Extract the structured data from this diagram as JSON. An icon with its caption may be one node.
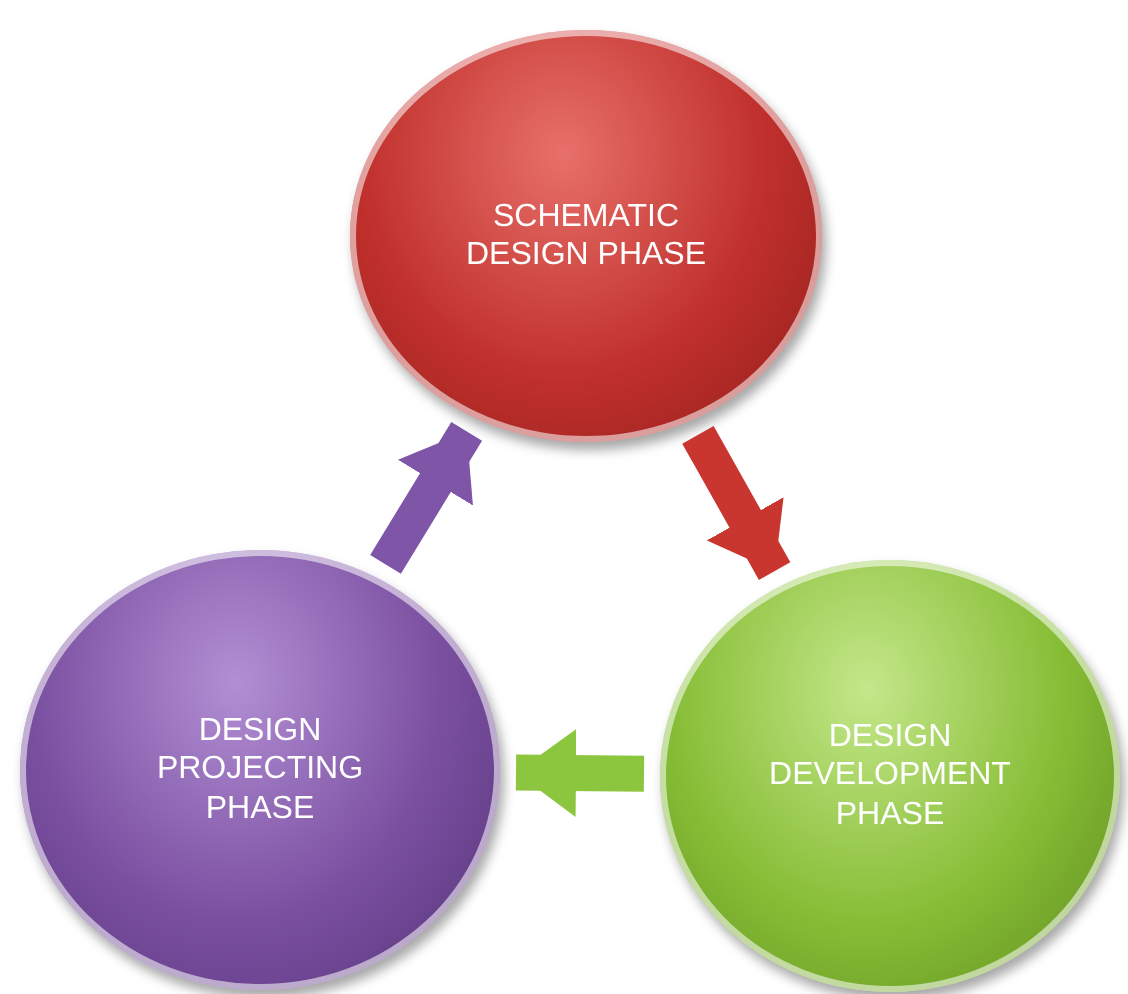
{
  "diagram": {
    "nodes": [
      {
        "text": [
          "SCHEMATIC DESIGN PHASE"
        ]
      },
      {
        "text": [
          "DESIGN DEVELOPMENT PHASE"
        ]
      },
      {
        "text": [
          "DESIGN PROJECTING PHASE"
        ]
      }
    ],
    "edges": [
      {
        "from": 0,
        "to": 1,
        "arrow": "to",
        "color": "#c9352f"
      },
      {
        "from": 1,
        "to": 2,
        "arrow": "to",
        "color": "#8cc63f"
      },
      {
        "from": 2,
        "to": 0,
        "arrow": "to",
        "color": "#7f55a8"
      }
    ]
  }
}
